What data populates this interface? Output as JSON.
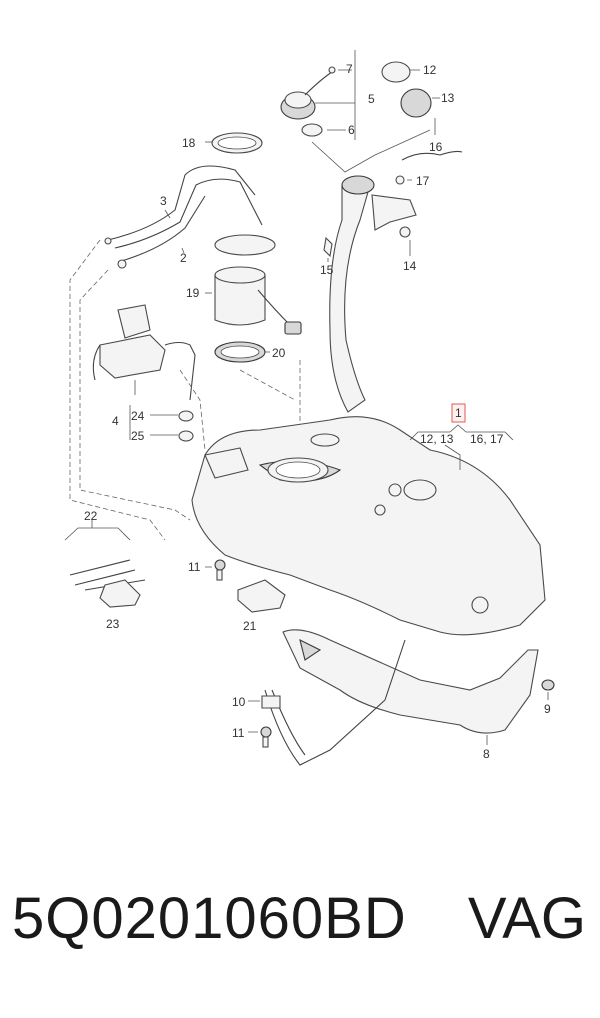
{
  "callouts": {
    "c1": "1",
    "c1_sub_a": "12, 13",
    "c1_sub_b": "16, 17",
    "c2": "2",
    "c3": "3",
    "c4": "4",
    "c5": "5",
    "c6": "6",
    "c7": "7",
    "c8": "8",
    "c9": "9",
    "c10": "10",
    "c11a": "11",
    "c11b": "11",
    "c12": "12",
    "c13": "13",
    "c14": "14",
    "c15": "15",
    "c16": "16",
    "c17": "17",
    "c18": "18",
    "c19": "19",
    "c20": "20",
    "c21": "21",
    "c22": "22",
    "c23": "23",
    "c24": "24",
    "c25": "25"
  },
  "footer": {
    "part_number": "5Q0201060BD",
    "brand": "VAG"
  },
  "colors": {
    "highlight_box": "#e05a5a",
    "line": "#4a4a4a"
  }
}
